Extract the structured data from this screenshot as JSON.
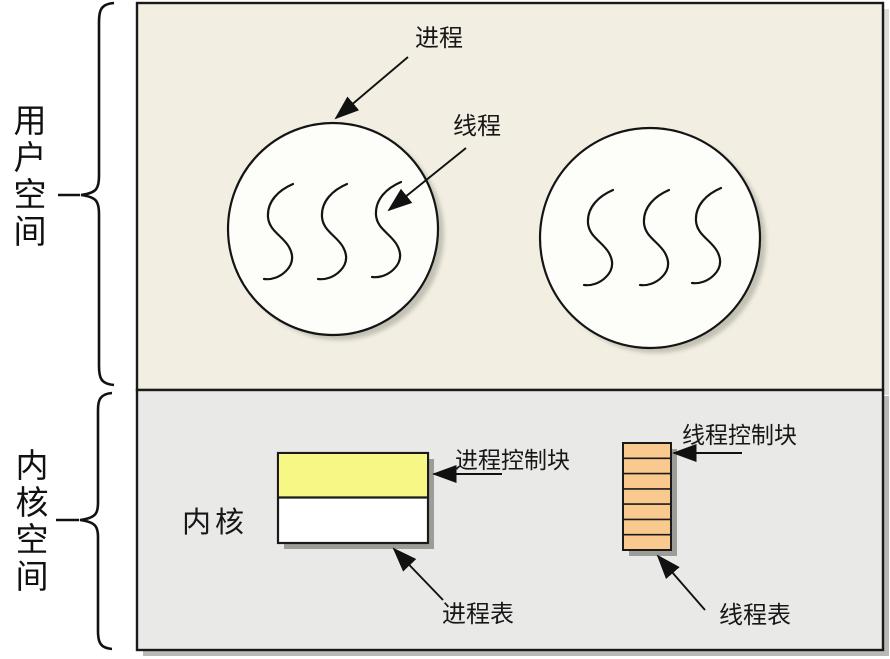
{
  "labels": {
    "user_space": "用户空间",
    "kernel_space": "内核空间",
    "process": "进程",
    "thread": "线程",
    "kernel": "内核",
    "process_control_block": "进程控制块",
    "thread_control_block": "线程控制块",
    "process_table": "进程表",
    "thread_table": "线程表"
  },
  "colors": {
    "user_space_bg": "#f2efe2",
    "kernel_space_bg": "#e9e9e8",
    "process_fill": "#fdfdfa",
    "process_control_block_fill": "#f6f784",
    "process_table_fill": "#ffffff",
    "thread_table_fill": "#f9c98f",
    "outline": "#1a1a1a",
    "shadow": "#aeaca3"
  },
  "structure": {
    "process_count": 2,
    "threads_per_process": 3,
    "thread_table_rows": 7
  }
}
